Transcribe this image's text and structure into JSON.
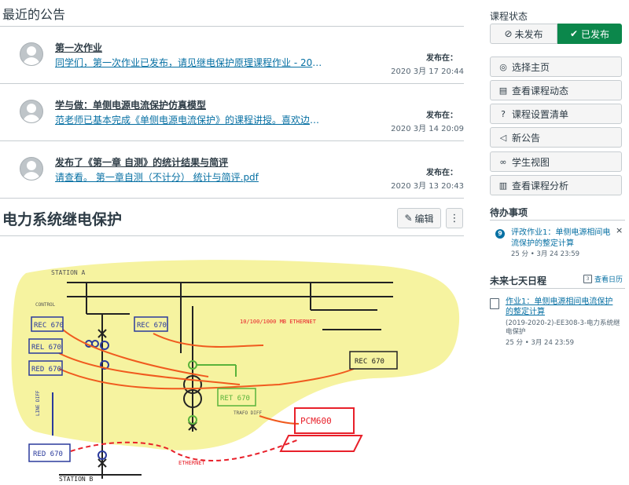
{
  "announcements": {
    "heading": "最近的公告",
    "items": [
      {
        "title": "第一次作业",
        "message": "同学们，第一次作业已发布，请见继电保护原理课程作业 - 2020 -...",
        "posted_label": "发布在：",
        "date": "2020 3月 17 20:44"
      },
      {
        "title": "学与做：单侧电源电流保护仿真模型",
        "message": "范老师已基本完成《单侧电源电流保护》的课程讲授。喜欢边学边...",
        "posted_label": "发布在：",
        "date": "2020 3月 14 20:09"
      },
      {
        "title": "发布了《第一章 自测》的统计结果与简评",
        "message": "请查看。 第一章自测（不计分） 统计与简评.pdf",
        "posted_label": "发布在：",
        "date": "2020 3月 13 20:43"
      }
    ]
  },
  "course": {
    "title": "电力系统继电保护",
    "edit_label": "编辑",
    "more_label": "⋮"
  },
  "diagram": {
    "station_a": "STATION A",
    "station_b": "STATION B",
    "control": "CONTROL",
    "rec670_1": "REC 670",
    "rec670_2": "REC 670",
    "rel670": "REL 670",
    "red670_top": "RED 670",
    "red670_bottom": "RED 670",
    "ret670": "RET 670",
    "rec670_right": "REC 670",
    "trafo": "TRAFO DIFF",
    "line_diff": "LINE DIFF",
    "ethernet_top": "10/100/1000 MB ETHERNET",
    "ethernet_bottom": "ETHERNET",
    "pcm": "PCM600"
  },
  "sidebar": {
    "status_label": "课程状态",
    "unpublish_label": "未发布",
    "publish_label": "已发布",
    "actions": [
      {
        "label": "选择主页",
        "icon": "target-icon"
      },
      {
        "label": "查看课程动态",
        "icon": "stream-icon"
      },
      {
        "label": "课程设置清单",
        "icon": "question-icon"
      },
      {
        "label": "新公告",
        "icon": "megaphone-icon"
      },
      {
        "label": "学生视图",
        "icon": "glasses-icon"
      },
      {
        "label": "查看课程分析",
        "icon": "analytics-icon"
      }
    ],
    "todo": {
      "heading": "待办事项",
      "badge": "9",
      "title": "评改作业1：单侧电源相间电流保护的整定计算",
      "meta": "25 分 • 3月 24 23:59",
      "dismiss": "×"
    },
    "week": {
      "heading": "未来七天日程",
      "calendar_label": "查看日历",
      "calendar_num": "3",
      "assignment_title": "作业1：单侧电源相间电流保护的整定计算",
      "assignment_course": "(2019-2020-2)-EE308-3-电力系统继电保护",
      "assignment_meta": "25 分 • 3月 24 23:59"
    }
  },
  "colors": {
    "link": "#0770a3",
    "publish_green": "#0b874b",
    "diagram_yellow": "#f6f3a0",
    "ethernet_orange": "#f05a1e",
    "pcm_red": "#e8202a",
    "ied_blue": "#2a3a9c",
    "ret_green": "#59b33a"
  }
}
